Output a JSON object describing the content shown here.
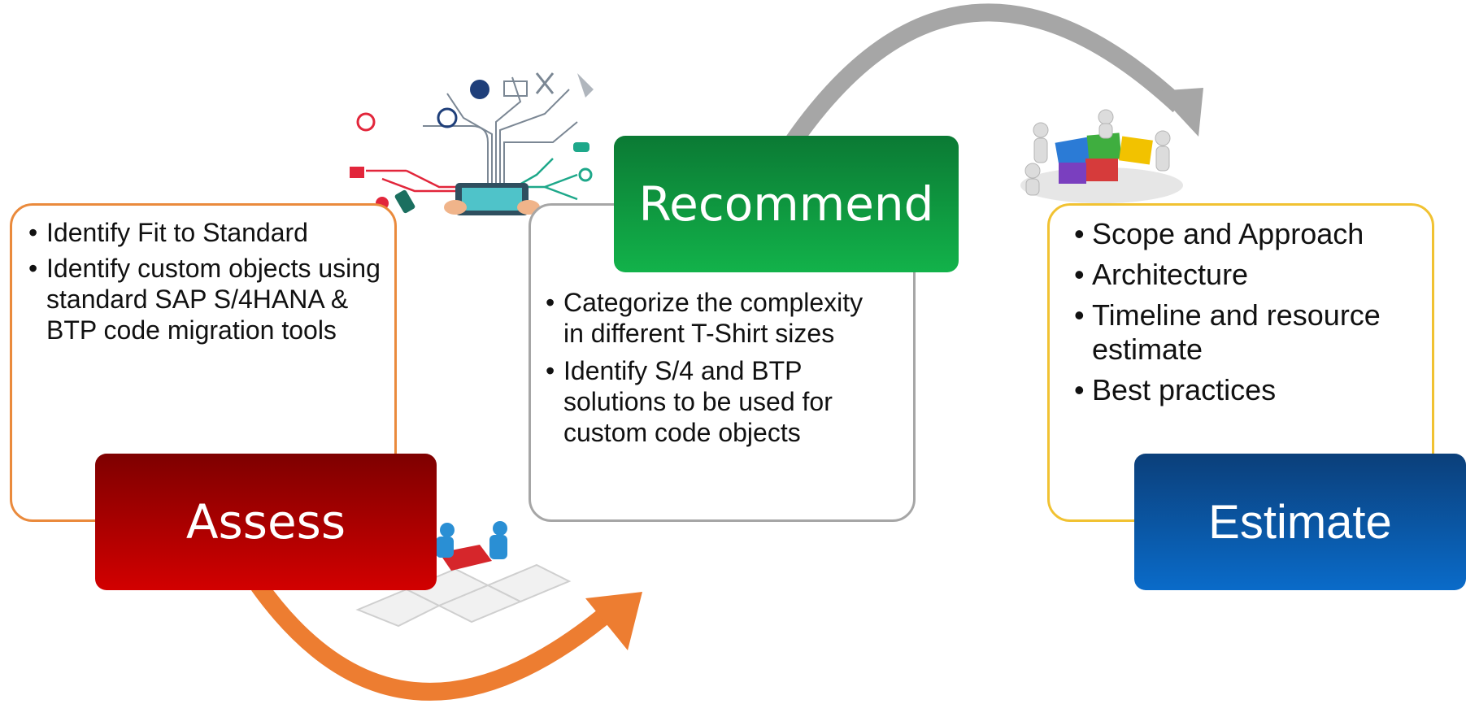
{
  "assess": {
    "label": "Assess",
    "bullets": [
      "Identify Fit to Standard",
      "Identify custom objects using standard SAP S/4HANA & BTP code migration tools"
    ],
    "colors": {
      "border": "#ea8a3c",
      "top": "#7e0000",
      "bottom": "#d20000"
    }
  },
  "recommend": {
    "label": "Recommend",
    "bullets": [
      "Categorize the complexity in different T-Shirt sizes",
      "Identify S/4 and BTP solutions to be used for custom code objects"
    ],
    "colors": {
      "border": "#a6a6a6",
      "top": "#0b7a34",
      "bottom": "#12b24a"
    }
  },
  "estimate": {
    "label": "Estimate",
    "bullets": [
      "Scope and Approach",
      "Architecture",
      "Timeline and resource estimate",
      "Best practices"
    ],
    "colors": {
      "border": "#f1c232",
      "top": "#0b3f7a",
      "bottom": "#0a6bc9"
    }
  },
  "arrows": {
    "orange": "#ed7d31",
    "gray": "#a6a6a6"
  }
}
